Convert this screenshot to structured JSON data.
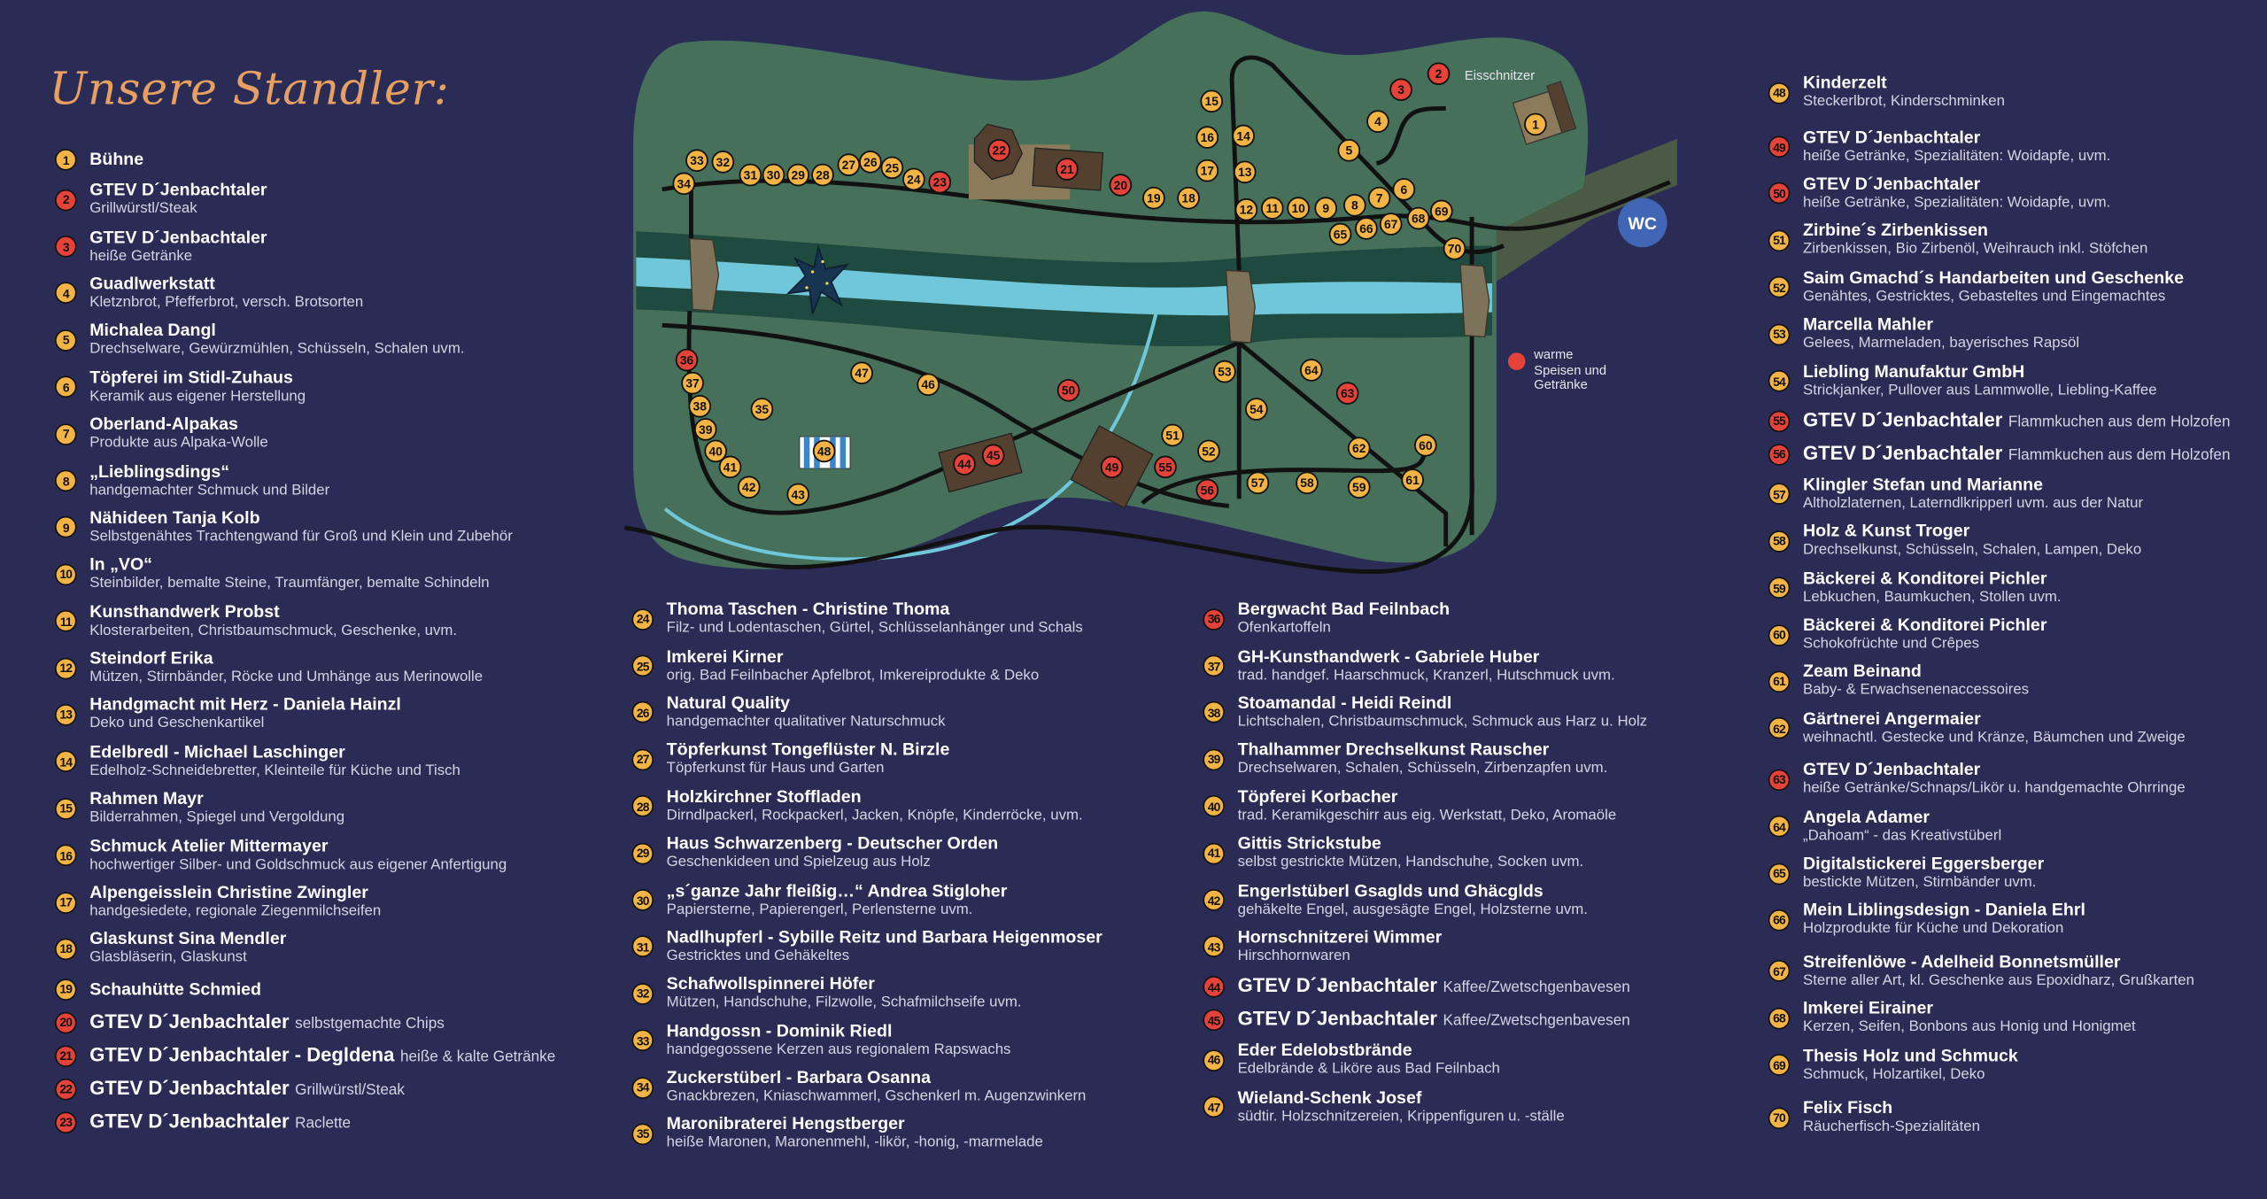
{
  "title": "Unsere Standler:",
  "map": {
    "eisschnitzer_label": "Eisschnitzer",
    "wc_label": "WC",
    "legend_hot_label": "warme Speisen und Getränke"
  },
  "colors": {
    "background": "#2b2c55",
    "hot": "#e5433a",
    "regular": "#f4b345",
    "title": "#e8a062",
    "grass": "#46705a",
    "river": "#6fc7d9"
  },
  "columns": [
    [
      {
        "num": "1",
        "name": "Bühne",
        "desc": "",
        "hot": false
      },
      {
        "num": "2",
        "name": "GTEV D´Jenbachtaler",
        "desc": "Grillwürstl/Steak",
        "hot": true
      },
      {
        "num": "3",
        "name": "GTEV D´Jenbachtaler",
        "desc": "heiße Getränke",
        "hot": true
      },
      {
        "num": "4",
        "name": "Guadlwerkstatt",
        "desc": "Kletznbrot, Pfefferbrot, versch. Brotsorten",
        "hot": false
      },
      {
        "num": "5",
        "name": "Michalea Dangl",
        "desc": "Drechselware, Gewürzmühlen, Schüsseln, Schalen uvm.",
        "hot": false
      },
      {
        "num": "6",
        "name": "Töpferei im Stidl-Zuhaus",
        "desc": "Keramik aus eigener Herstellung",
        "hot": false
      },
      {
        "num": "7",
        "name": "Oberland-Alpakas",
        "desc": "Produkte aus Alpaka-Wolle",
        "hot": false
      },
      {
        "num": "8",
        "name": "„Lieblingsdings“",
        "desc": "handgemachter Schmuck und Bilder",
        "hot": false
      },
      {
        "num": "9",
        "name": "Nähideen Tanja Kolb",
        "desc": "Selbstgenähtes Trachtengwand für Groß und Klein und Zubehör",
        "hot": false
      },
      {
        "num": "10",
        "name": "In „VO“",
        "desc": "Steinbilder, bemalte Steine, Traumfänger, bemalte Schindeln",
        "hot": false
      },
      {
        "num": "11",
        "name": "Kunsthandwerk Probst",
        "desc": "Klosterarbeiten, Christbaumschmuck, Geschenke, uvm.",
        "hot": false
      },
      {
        "num": "12",
        "name": "Steindorf Erika",
        "desc": "Mützen, Stirnbänder, Röcke und Umhänge aus Merinowolle",
        "hot": false
      },
      {
        "num": "13",
        "name": "Handgmacht mit Herz - Daniela Hainzl",
        "desc": "Deko und Geschenkartikel",
        "hot": false
      },
      {
        "num": "14",
        "name": "Edelbredl - Michael Laschinger",
        "desc": "Edelholz-Schneidebretter, Kleinteile für Küche und Tisch",
        "hot": false
      },
      {
        "num": "15",
        "name": "Rahmen Mayr",
        "desc": "Bilderrahmen, Spiegel und Vergoldung",
        "hot": false
      },
      {
        "num": "16",
        "name": "Schmuck Atelier Mittermayer",
        "desc": "hochwertiger Silber- und Goldschmuck aus eigener Anfertigung",
        "hot": false
      },
      {
        "num": "17",
        "name": "Alpengeisslein Christine Zwingler",
        "desc": "handgesiedete, regionale Ziegenmilchseifen",
        "hot": false
      },
      {
        "num": "18",
        "name": "Glaskunst Sina Mendler",
        "desc": "Glasbläserin, Glaskunst",
        "hot": false
      },
      {
        "num": "19",
        "name": "Schauhütte Schmied",
        "desc": "",
        "hot": false
      },
      {
        "num": "20",
        "name": "GTEV D´Jenbachtaler",
        "desc": "selbstgemachte Chips",
        "hot": true
      },
      {
        "num": "21",
        "name": "GTEV D´Jenbachtaler - Degldena",
        "desc": "heiße & kalte Getränke",
        "hot": true
      },
      {
        "num": "22",
        "name": "GTEV D´Jenbachtaler",
        "desc": "Grillwürstl/Steak",
        "hot": true
      },
      {
        "num": "23",
        "name": "GTEV D´Jenbachtaler",
        "desc": "Raclette",
        "hot": true
      }
    ],
    [
      {
        "num": "24",
        "name": "Thoma Taschen - Christine Thoma",
        "desc": "Filz- und Lodentaschen, Gürtel, Schlüsselanhänger und Schals",
        "hot": false
      },
      {
        "num": "25",
        "name": "Imkerei Kirner",
        "desc": "orig. Bad Feilnbacher Apfelbrot, Imkereiprodukte & Deko",
        "hot": false
      },
      {
        "num": "26",
        "name": "Natural Quality",
        "desc": "handgemachter qualitativer Naturschmuck",
        "hot": false
      },
      {
        "num": "27",
        "name": "Töpferkunst Tongeflüster N. Birzle",
        "desc": "Töpferkunst für Haus und Garten",
        "hot": false
      },
      {
        "num": "28",
        "name": "Holzkirchner Stoffladen",
        "desc": "Dirndlpackerl, Rockpackerl, Jacken, Knöpfe, Kinderröcke, uvm.",
        "hot": false
      },
      {
        "num": "29",
        "name": "Haus Schwarzenberg - Deutscher Orden",
        "desc": "Geschenkideen und Spielzeug aus Holz",
        "hot": false
      },
      {
        "num": "30",
        "name": "„s´ganze Jahr fleißig…“ Andrea Stigloher",
        "desc": "Papiersterne, Papierengerl, Perlensterne uvm.",
        "hot": false
      },
      {
        "num": "31",
        "name": "Nadlhupferl - Sybille Reitz und Barbara Heigenmoser",
        "desc": "Gestricktes und Gehäkeltes",
        "hot": false
      },
      {
        "num": "32",
        "name": "Schafwollspinnerei Höfer",
        "desc": "Mützen, Handschuhe, Filzwolle, Schafmilchseife uvm.",
        "hot": false
      },
      {
        "num": "33",
        "name": "Handgossn - Dominik Riedl",
        "desc": "handgegossene Kerzen aus regionalem Rapswachs",
        "hot": false
      },
      {
        "num": "34",
        "name": "Zuckerstüberl - Barbara Osanna",
        "desc": "Gnackbrezen, Kniaschwammerl, Gschenkerl m. Augenzwinkern",
        "hot": false
      },
      {
        "num": "35",
        "name": "Maronibraterei Hengstberger",
        "desc": "heiße Maronen, Maronenmehl, -likör, -honig, -marmelade",
        "hot": false
      }
    ],
    [
      {
        "num": "36",
        "name": "Bergwacht Bad Feilnbach",
        "desc": "Ofenkartoffeln",
        "hot": true
      },
      {
        "num": "37",
        "name": "GH-Kunsthandwerk - Gabriele Huber",
        "desc": "trad. handgef. Haarschmuck, Kranzerl, Hutschmuck uvm.",
        "hot": false
      },
      {
        "num": "38",
        "name": "Stoamandal - Heidi Reindl",
        "desc": "Lichtschalen, Christbaumschmuck, Schmuck aus Harz u. Holz",
        "hot": false
      },
      {
        "num": "39",
        "name": "Thalhammer Drechselkunst Rauscher",
        "desc": "Drechselwaren, Schalen, Schüsseln, Zirbenzapfen uvm.",
        "hot": false
      },
      {
        "num": "40",
        "name": "Töpferei Korbacher",
        "desc": "trad. Keramikgeschirr aus eig. Werkstatt, Deko, Aromaöle",
        "hot": false
      },
      {
        "num": "41",
        "name": "Gittis Strickstube",
        "desc": "selbst gestrickte Mützen, Handschuhe, Socken uvm.",
        "hot": false
      },
      {
        "num": "42",
        "name": "Engerlstüberl Gsaglds und Ghäcglds",
        "desc": "gehäkelte Engel, ausgesägte Engel, Holzsterne uvm.",
        "hot": false
      },
      {
        "num": "43",
        "name": "Hornschnitzerei Wimmer",
        "desc": "Hirschhornwaren",
        "hot": false
      },
      {
        "num": "44",
        "name": "GTEV D´Jenbachtaler",
        "desc": "Kaffee/Zwetschgenbavesen",
        "hot": true
      },
      {
        "num": "45",
        "name": "GTEV D´Jenbachtaler",
        "desc": "Kaffee/Zwetschgenbavesen",
        "hot": true
      },
      {
        "num": "46",
        "name": "Eder Edelobstbrände",
        "desc": "Edelbrände & Liköre aus Bad Feilnbach",
        "hot": false
      },
      {
        "num": "47",
        "name": "Wieland-Schenk Josef",
        "desc": "südtir. Holzschnitzereien, Krippenfiguren u. -ställe",
        "hot": false
      }
    ],
    [
      {
        "num": "48",
        "name": "Kinderzelt",
        "desc": "Steckerlbrot, Kinderschminken",
        "hot": false
      },
      {
        "num": "49",
        "name": "GTEV D´Jenbachtaler",
        "desc": "heiße Getränke, Spezialitäten: Woidapfe, uvm.",
        "hot": true
      },
      {
        "num": "50",
        "name": "GTEV D´Jenbachtaler",
        "desc": "heiße Getränke, Spezialitäten: Woidapfe, uvm.",
        "hot": true
      },
      {
        "num": "51",
        "name": "Zirbine´s Zirbenkissen",
        "desc": "Zirbenkissen, Bio Zirbenöl, Weihrauch inkl. Stöfchen",
        "hot": false
      },
      {
        "num": "52",
        "name": "Saim Gmachd´s Handarbeiten und Geschenke",
        "desc": "Genähtes, Gestricktes, Gebasteltes und Eingemachtes",
        "hot": false
      },
      {
        "num": "53",
        "name": "Marcella Mahler",
        "desc": "Gelees, Marmeladen, bayerisches Rapsöl",
        "hot": false
      },
      {
        "num": "54",
        "name": "Liebling Manufaktur GmbH",
        "desc": "Strickjanker, Pullover aus Lammwolle, Liebling-Kaffee",
        "hot": false
      },
      {
        "num": "55",
        "name": "GTEV D´Jenbachtaler",
        "desc": "Flammkuchen aus dem Holzofen",
        "hot": true
      },
      {
        "num": "56",
        "name": "GTEV D´Jenbachtaler",
        "desc": "Flammkuchen aus dem Holzofen",
        "hot": true
      },
      {
        "num": "57",
        "name": "Klingler Stefan und Marianne",
        "desc": "Altholzlaternen, Laterndlkripperl uvm. aus der Natur",
        "hot": false
      },
      {
        "num": "58",
        "name": "Holz & Kunst Troger",
        "desc": "Drechselkunst, Schüsseln, Schalen, Lampen, Deko",
        "hot": false
      },
      {
        "num": "59",
        "name": "Bäckerei & Konditorei Pichler",
        "desc": "Lebkuchen, Baumkuchen, Stollen uvm.",
        "hot": false
      },
      {
        "num": "60",
        "name": "Bäckerei & Konditorei Pichler",
        "desc": "Schokofrüchte und Crêpes",
        "hot": false
      },
      {
        "num": "61",
        "name": "Zeam Beinand",
        "desc": "Baby- & Erwachsenenaccessoires",
        "hot": false
      },
      {
        "num": "62",
        "name": "Gärtnerei Angermaier",
        "desc": "weihnachtl. Gestecke und Kränze, Bäumchen und Zweige",
        "hot": false
      },
      {
        "num": "63",
        "name": "GTEV D´Jenbachtaler",
        "desc": "heiße Getränke/Schnaps/Likör u. handgemachte Ohrringe",
        "hot": true
      },
      {
        "num": "64",
        "name": "Angela Adamer",
        "desc": "„Dahoam“ - das Kreativstüberl",
        "hot": false
      },
      {
        "num": "65",
        "name": "Digitalstickerei Eggersberger",
        "desc": "bestickte Mützen, Stirnbänder uvm.",
        "hot": false
      },
      {
        "num": "66",
        "name": "Mein Liblingsdesign - Daniela Ehrl",
        "desc": "Holzprodukte für Küche und Dekoration",
        "hot": false
      },
      {
        "num": "67",
        "name": "Streifenlöwe - Adelheid Bonnetsmüller",
        "desc": "Sterne aller Art, kl. Geschenke aus Epoxidharz, Grußkarten",
        "hot": false
      },
      {
        "num": "68",
        "name": "Imkerei Eirainer",
        "desc": "Kerzen, Seifen, Bonbons aus Honig und Honigmet",
        "hot": false
      },
      {
        "num": "69",
        "name": "Thesis Holz und Schmuck",
        "desc": "Schmuck, Holzartikel, Deko",
        "hot": false
      },
      {
        "num": "70",
        "name": "Felix Fisch",
        "desc": "Räucherfisch-Spezialitäten",
        "hot": false
      }
    ]
  ]
}
